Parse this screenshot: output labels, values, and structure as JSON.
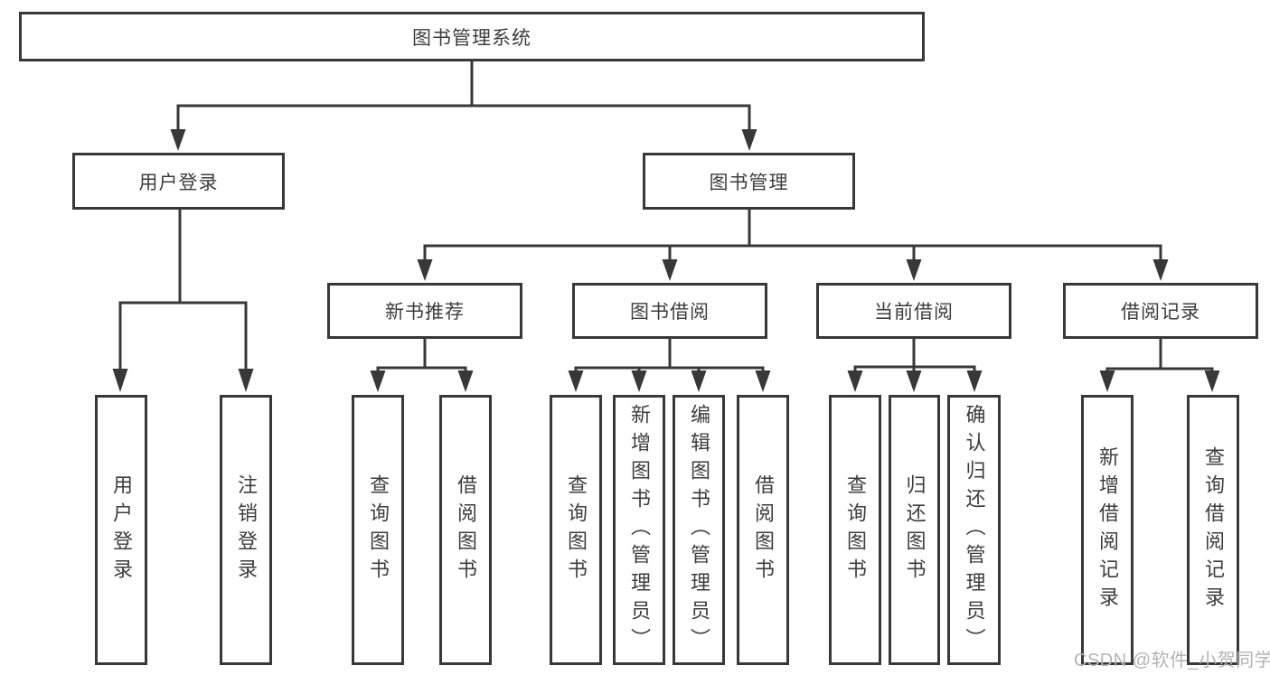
{
  "tree": {
    "root": {
      "label": "图书管理系统",
      "children": [
        {
          "label": "用户登录",
          "children": [
            {
              "label": "用户登录"
            },
            {
              "label": "注销登录"
            }
          ]
        },
        {
          "label": "图书管理",
          "children": [
            {
              "label": "新书推荐",
              "children": [
                {
                  "label": "查询图书"
                },
                {
                  "label": "借阅图书"
                }
              ]
            },
            {
              "label": "图书借阅",
              "children": [
                {
                  "label": "查询图书"
                },
                {
                  "label": "新增图书（管理员）"
                },
                {
                  "label": "编辑图书（管理员）"
                },
                {
                  "label": "借阅图书"
                }
              ]
            },
            {
              "label": "当前借阅",
              "children": [
                {
                  "label": "查询图书"
                },
                {
                  "label": "归还图书"
                },
                {
                  "label": "确认归还（管理员）"
                }
              ]
            },
            {
              "label": "借阅记录",
              "children": [
                {
                  "label": "新增借阅记录"
                },
                {
                  "label": "查询借阅记录"
                }
              ]
            }
          ]
        }
      ]
    }
  },
  "watermark": {
    "text": "CSDN @软件_小贺同学"
  },
  "colors": {
    "line": "#383838",
    "box_border": "#383838",
    "text": "#3d3d3d",
    "watermark": "#b3b3b3",
    "background": "#ffffff"
  }
}
